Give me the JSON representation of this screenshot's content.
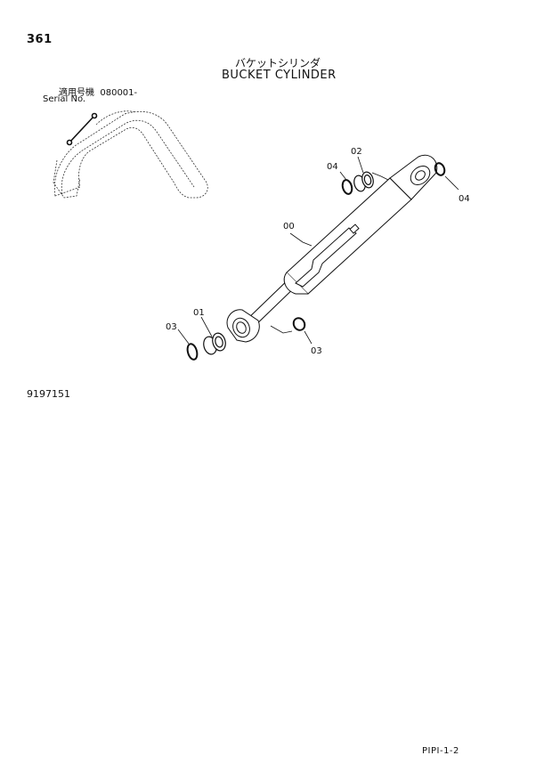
{
  "header": {
    "page_number": "361",
    "title_jp": "バケットシリンダ",
    "title_en": "BUCKET CYLINDER"
  },
  "serial": {
    "label_jp": "適用号機",
    "value": "080001-",
    "label_en": "Serial No."
  },
  "callouts": {
    "c00": "00",
    "c01": "01",
    "c02": "02",
    "c03a": "03",
    "c03b": "03",
    "c04a": "04",
    "c04b": "04"
  },
  "footer": {
    "drawing_number": "9197151",
    "page_code": "PIPI-1-2"
  }
}
